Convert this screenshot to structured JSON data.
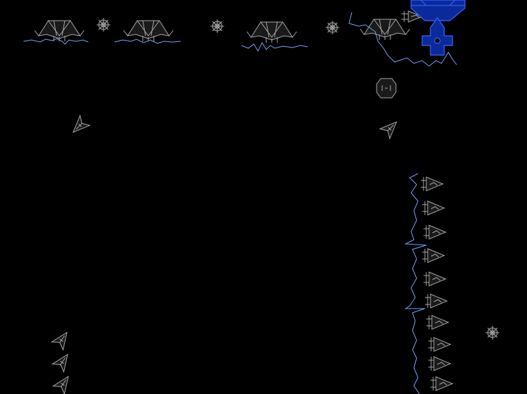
{
  "scene": "space-battle-arena",
  "colors": {
    "background": "#000000",
    "ship_outline": "#a8a8a8",
    "lightning": "#7aa2ff",
    "player_fill": "#0a2a9c",
    "player_outline": "#3a66ff"
  },
  "entities": {
    "enemy_mothership_count": 4,
    "space_mine_count": 4,
    "enemy_fighter_row_count": 10,
    "arrow_drone_count": 5,
    "asteroid_count": 1,
    "player_ship_count": 1
  },
  "icons": [
    "mothership-icon",
    "space-mine-icon",
    "fighter-icon",
    "arrow-drone-icon",
    "asteroid-icon",
    "player-ship-icon",
    "lightning-beam"
  ]
}
